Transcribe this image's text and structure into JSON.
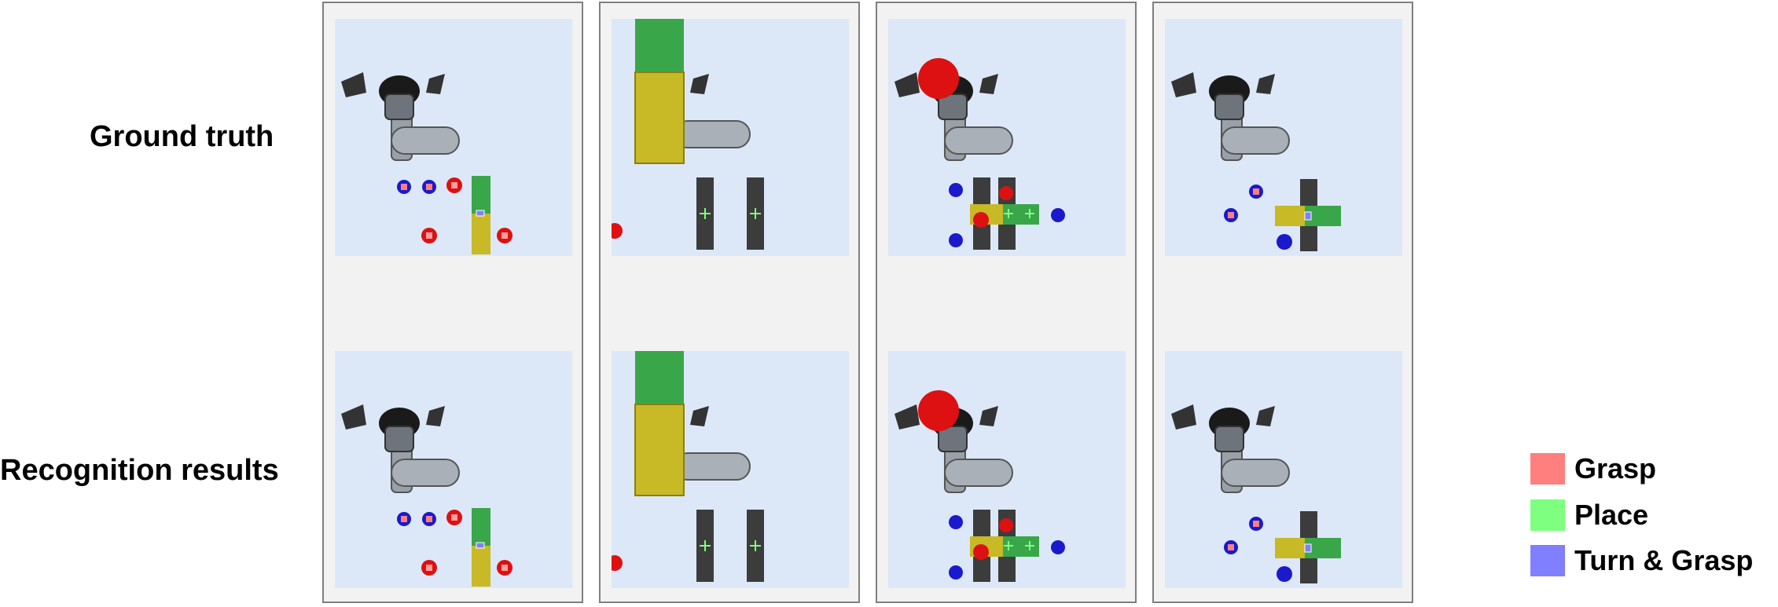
{
  "rows": {
    "ground_truth": "Ground truth",
    "recognition": "Recognition results"
  },
  "legend": [
    {
      "label": "Grasp",
      "color": "#ff7f7f"
    },
    {
      "label": "Place",
      "color": "#7fff7f"
    },
    {
      "label": "Turn & Grasp",
      "color": "#7f7fff"
    }
  ],
  "colors": {
    "scene_background": "#dce8f8",
    "panel_background": "#f2f2f2",
    "green_block": "#3aa64a",
    "yellow_block": "#c8b927",
    "red_object": "#dd1111",
    "blue_object": "#1a1acc",
    "dark_bar": "#3c3c3c"
  }
}
